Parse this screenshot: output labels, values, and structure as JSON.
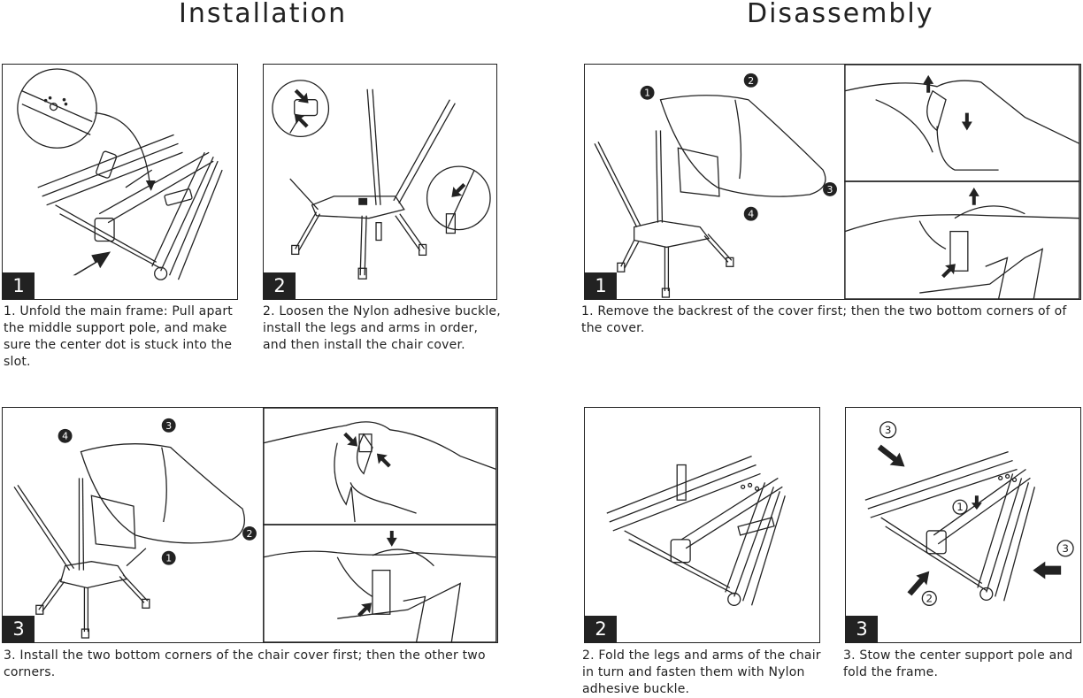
{
  "headings": {
    "installation": "Installation",
    "disassembly": "Disassembly"
  },
  "installation": {
    "steps": [
      {
        "number": "1",
        "caption": "1. Unfold the main frame: Pull apart the middle support pole, and make sure the center dot is stuck into the slot."
      },
      {
        "number": "2",
        "caption": "2.  Loosen the Nylon adhesive buckle, install the legs and arms in order, and then install the chair cover."
      },
      {
        "number": "3",
        "caption": "3. Install the two bottom corners of the chair cover first;  then the other two corners."
      }
    ],
    "step3_markers": [
      "4",
      "3",
      "2",
      "1"
    ]
  },
  "disassembly": {
    "steps": [
      {
        "number": "1",
        "caption": "1. Remove the backrest of the cover first;  then the two bottom corners of of the cover."
      },
      {
        "number": "2",
        "caption": "2. Fold the legs and arms of the chair in turn and fasten them with Nylon adhesive buckle."
      },
      {
        "number": "3",
        "caption": "3. Stow the center support pole and fold the frame."
      }
    ],
    "step1_markers": [
      "1",
      "2",
      "3",
      "4"
    ],
    "step3_markers": [
      "3",
      "1",
      "3",
      "2"
    ]
  }
}
